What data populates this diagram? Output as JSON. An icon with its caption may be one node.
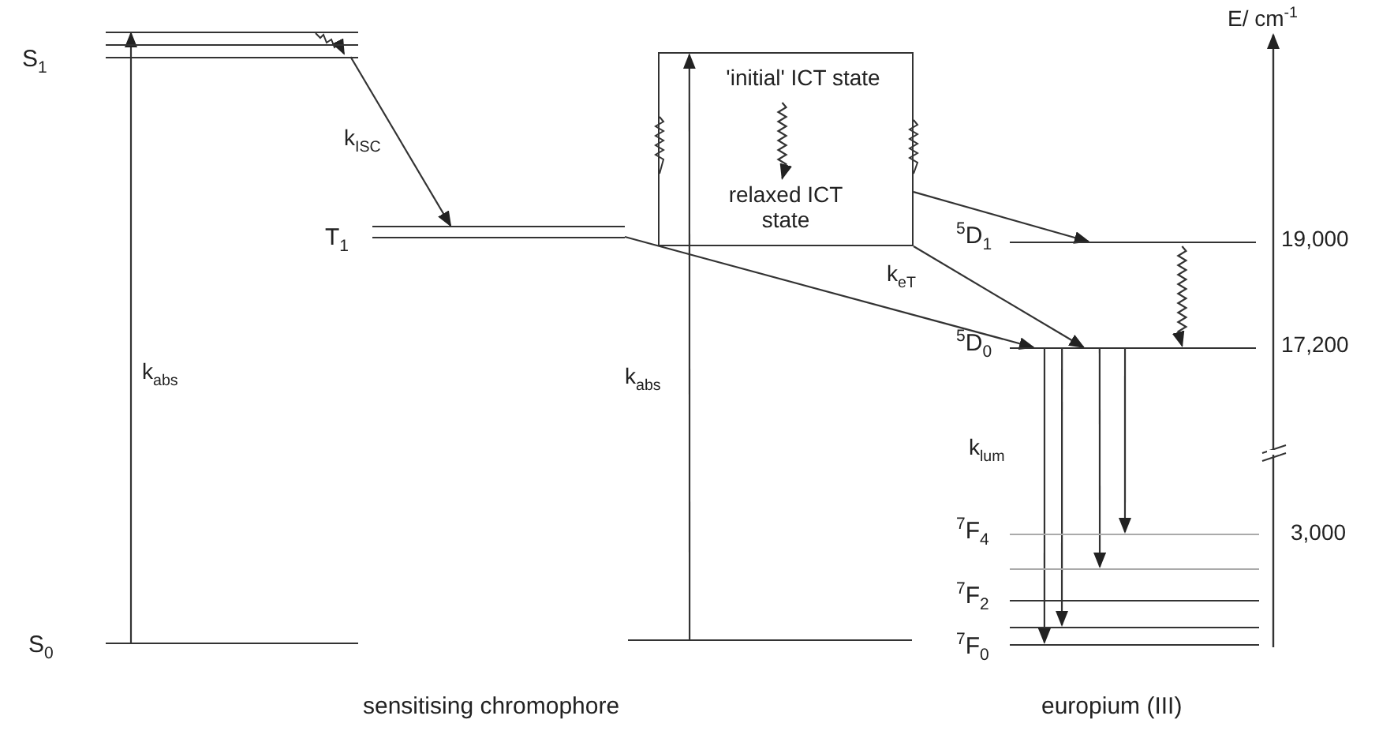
{
  "diagram": {
    "nodes": [
      {
        "text": [
          "S$_{1}$"
        ]
      },
      {
        "text": [
          "S$_{0}$"
        ]
      },
      {
        "text": [
          "T$_{1}$"
        ]
      },
      {
        "text": [],
        "shape": "box"
      },
      {
        "text": [
          "'initial' ICT state"
        ],
        "in": 3
      },
      {
        "text": [
          "relaxed ICT state"
        ],
        "in": 3
      },
      {
        "text": [],
        "shape": "line"
      },
      {
        "text": [
          "$^{5}$D$_{1}$"
        ]
      },
      {
        "text": [
          "$^{5}$D$_{0}$"
        ]
      },
      {
        "text": [
          "$^{7}$F$_{4}$"
        ]
      },
      {
        "text": [],
        "shape": "line"
      },
      {
        "text": [
          "$^{7}$F$_{2}$"
        ]
      },
      {
        "text": [],
        "shape": "line"
      },
      {
        "text": [
          "$^{7}$F$_{0}$"
        ]
      }
    ],
    "edges": [
      {
        "from": 1,
        "to": 0,
        "arrow": "to",
        "label": "k$_{abs}$"
      },
      {
        "from": 0,
        "to": 2,
        "arrow": "to",
        "label": "k$_{ISC}$"
      },
      {
        "from": 6,
        "to": 3,
        "arrow": "to",
        "label": "k$_{abs}$"
      },
      {
        "from": 4,
        "to": 5,
        "arrow": "to"
      },
      {
        "from": 2,
        "to": 8,
        "arrow": "to",
        "label": "k$_{eT}$"
      },
      {
        "from": 3,
        "to": 7,
        "arrow": "to"
      },
      {
        "from": 3,
        "to": 8,
        "arrow": "to"
      },
      {
        "from": 7,
        "to": 8,
        "arrow": "to"
      },
      {
        "from": 8,
        "to": 13,
        "arrow": "to",
        "label": "k$_{lum}$"
      },
      {
        "from": 8,
        "to": 12,
        "arrow": "to"
      },
      {
        "from": 8,
        "to": 10,
        "arrow": "to"
      },
      {
        "from": 8,
        "to": 9,
        "arrow": "to"
      }
    ],
    "labels": [
      "E/ cm$^{-1}$",
      "19,000",
      "17,200",
      "3,000",
      "sensitising chromophore",
      "europium (III)"
    ]
  }
}
